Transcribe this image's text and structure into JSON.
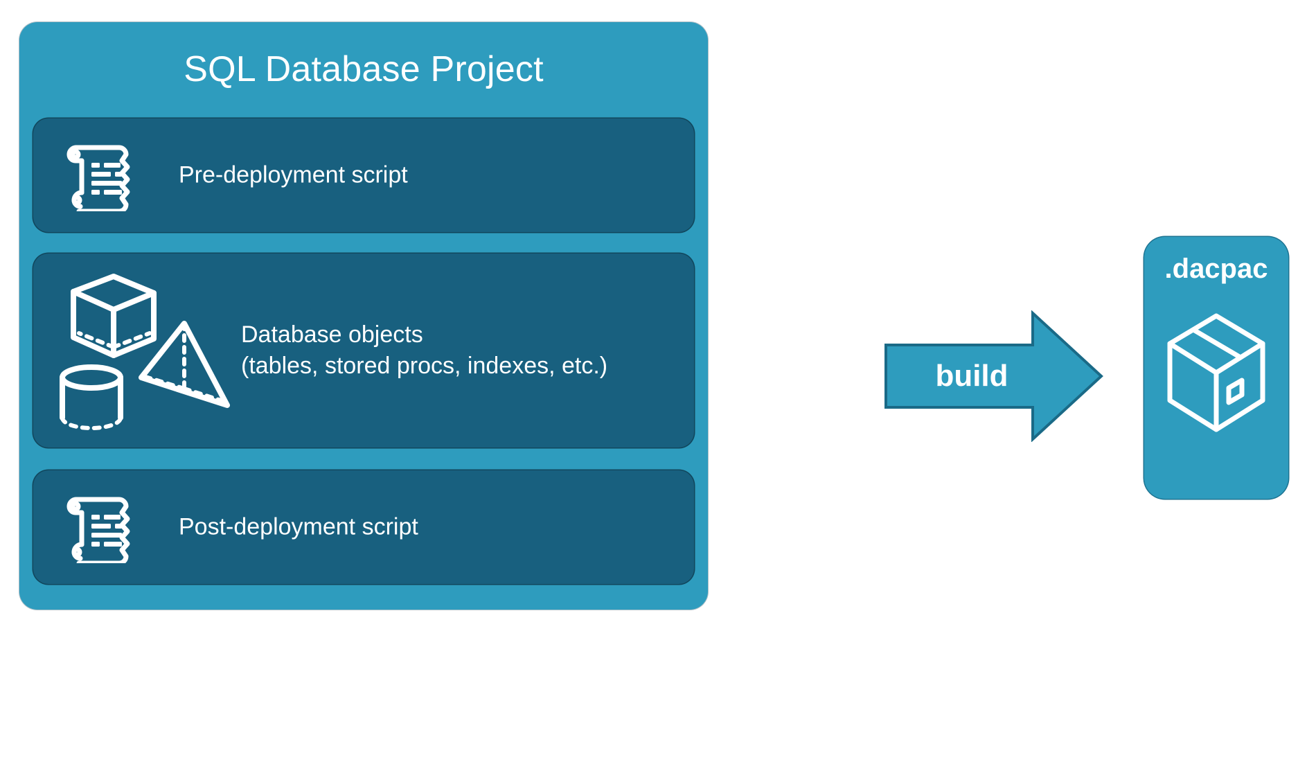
{
  "diagram": {
    "title": "SQL Database Project",
    "background_color": "#ffffff",
    "project_card_color": "#2e9cbe",
    "inner_card_color": "#18607f",
    "icon_color": "#ffffff",
    "arrow_stroke_color": "#1a6a87"
  },
  "project": {
    "title": "SQL Database Project",
    "items": [
      {
        "id": "pre-deployment",
        "label": "Pre-deployment script",
        "icon": "scroll-icon"
      },
      {
        "id": "database-objects",
        "label": "Database objects\n(tables, stored procs, indexes, etc.)",
        "line1": "Database objects",
        "line2": "(tables, stored procs, indexes, etc.)",
        "icon": "three-d-shapes-icon"
      },
      {
        "id": "post-deployment",
        "label": "Post-deployment script",
        "icon": "scroll-icon"
      }
    ]
  },
  "arrow": {
    "label": "build",
    "direction": "right",
    "icon": "arrow-right-icon"
  },
  "output": {
    "title": ".dacpac",
    "icon": "package-box-icon"
  }
}
